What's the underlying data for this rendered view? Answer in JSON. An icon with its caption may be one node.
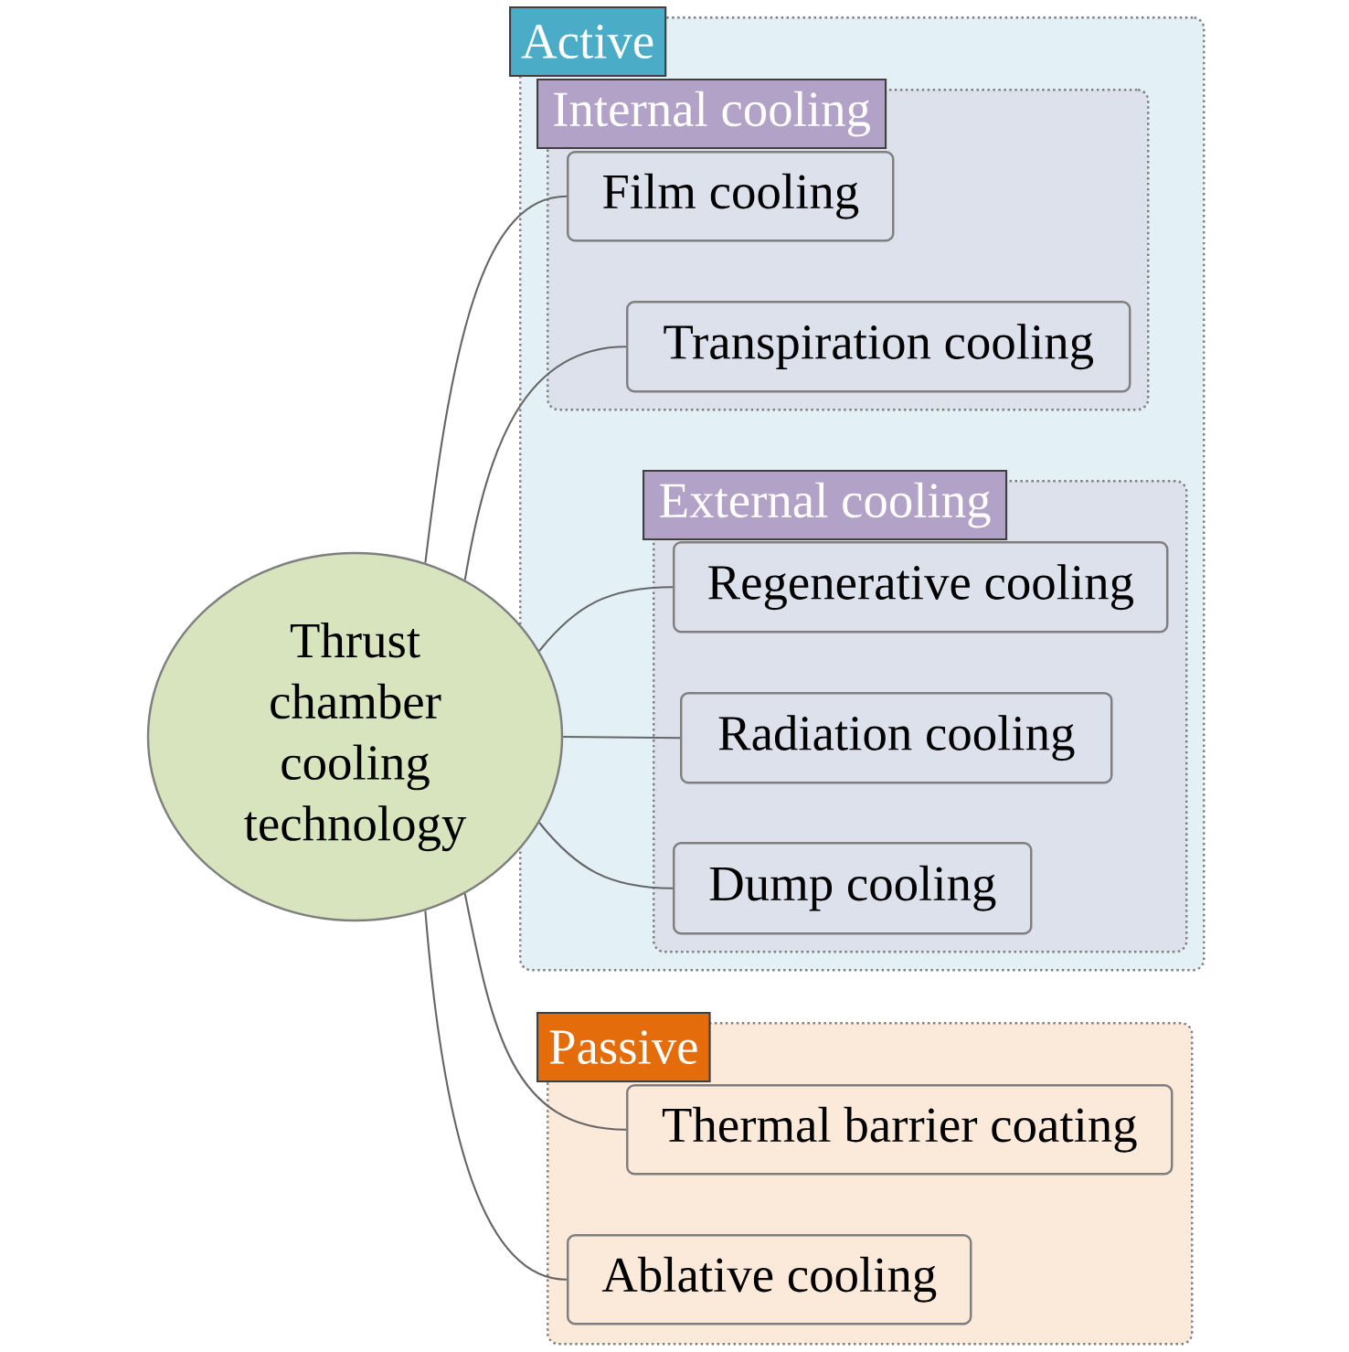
{
  "diagram": {
    "nodes": [
      {
        "text": [
          "Thrust chamber cooling technology"
        ]
      },
      {
        "text": [
          "Active"
        ]
      },
      {
        "text": [
          "Internal cooling"
        ],
        "in": 1
      },
      {
        "text": [
          "Film cooling"
        ],
        "in": 2
      },
      {
        "text": [
          "Transpiration cooling"
        ],
        "in": 2
      },
      {
        "text": [
          "External cooling"
        ],
        "in": 1
      },
      {
        "text": [
          "Regenerative cooling"
        ],
        "in": 5
      },
      {
        "text": [
          "Radiation cooling"
        ],
        "in": 5
      },
      {
        "text": [
          "Dump cooling"
        ],
        "in": 5
      },
      {
        "text": [
          "Passive"
        ]
      },
      {
        "text": [
          "Thermal barrier coating"
        ],
        "in": 9
      },
      {
        "text": [
          "Ablative cooling"
        ],
        "in": 9
      }
    ],
    "edges": [
      {
        "from": 0,
        "to": 3,
        "arrow": "none"
      },
      {
        "from": 0,
        "to": 4,
        "arrow": "none"
      },
      {
        "from": 0,
        "to": 6,
        "arrow": "none"
      },
      {
        "from": 0,
        "to": 7,
        "arrow": "none"
      },
      {
        "from": 0,
        "to": 8,
        "arrow": "none"
      },
      {
        "from": 0,
        "to": 10,
        "arrow": "none"
      },
      {
        "from": 0,
        "to": 11,
        "arrow": "none"
      }
    ]
  }
}
